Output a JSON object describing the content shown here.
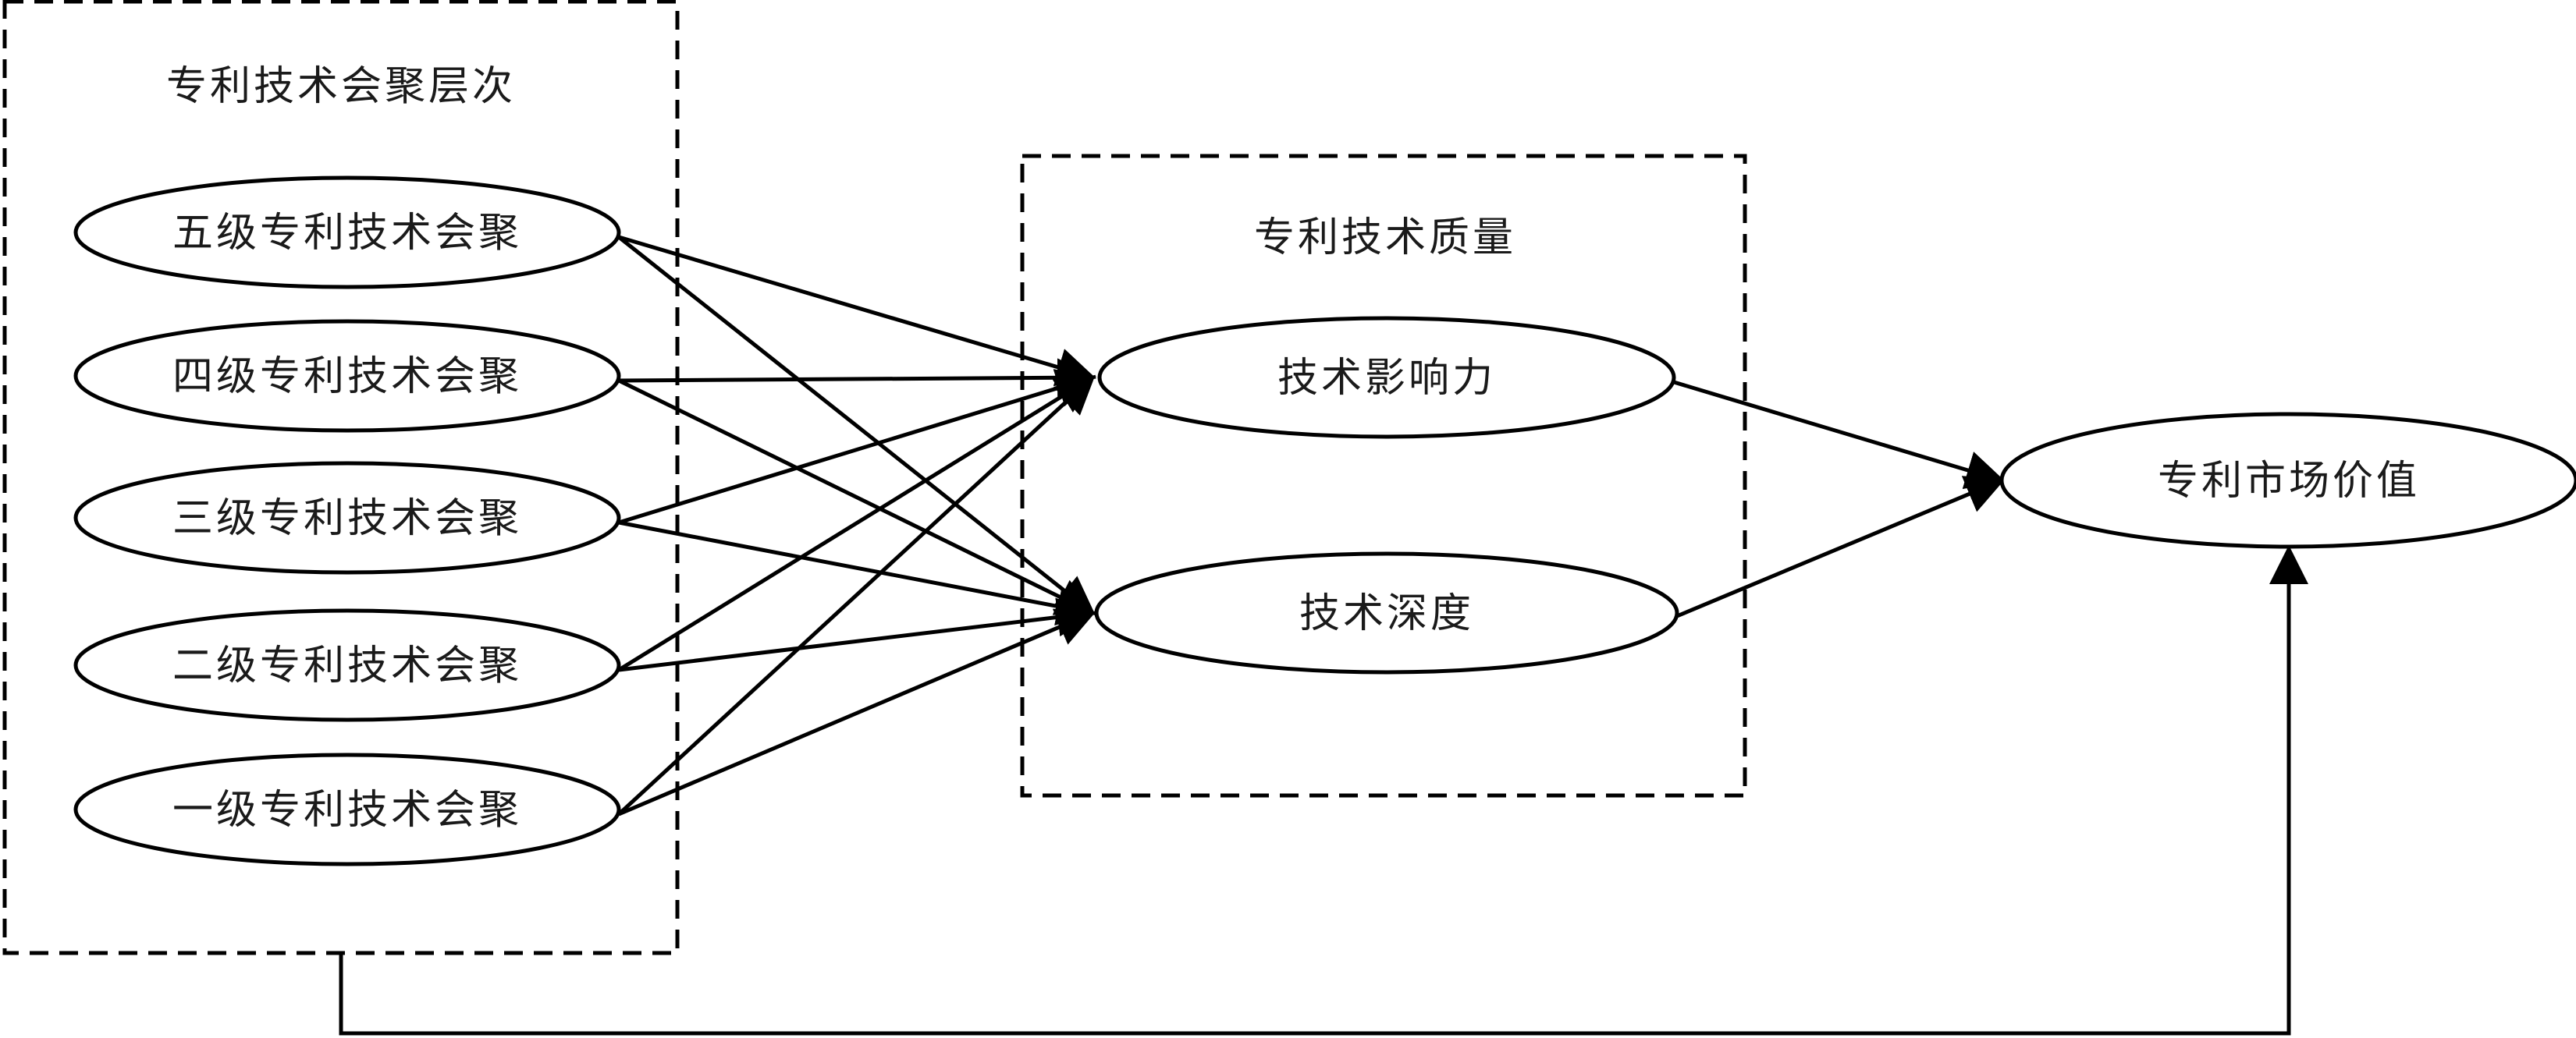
{
  "diagram": {
    "groups": {
      "levels_title": "专利技术会聚层次",
      "quality_title": "专利技术质量"
    },
    "nodes": {
      "level5": "五级专利技术会聚",
      "level4": "四级专利技术会聚",
      "level3": "三级专利技术会聚",
      "level2": "二级专利技术会聚",
      "level1": "一级专利技术会聚",
      "tech_influence": "技术影响力",
      "tech_depth": "技术深度",
      "market_value": "专利市场价值"
    },
    "edges": [
      {
        "from": "level5",
        "to": "tech_influence"
      },
      {
        "from": "level5",
        "to": "tech_depth"
      },
      {
        "from": "level4",
        "to": "tech_influence"
      },
      {
        "from": "level4",
        "to": "tech_depth"
      },
      {
        "from": "level3",
        "to": "tech_influence"
      },
      {
        "from": "level3",
        "to": "tech_depth"
      },
      {
        "from": "level2",
        "to": "tech_influence"
      },
      {
        "from": "level2",
        "to": "tech_depth"
      },
      {
        "from": "level1",
        "to": "tech_influence"
      },
      {
        "from": "level1",
        "to": "tech_depth"
      },
      {
        "from": "tech_influence",
        "to": "market_value"
      },
      {
        "from": "tech_depth",
        "to": "market_value"
      },
      {
        "from": "levels_group",
        "to": "market_value"
      }
    ]
  }
}
